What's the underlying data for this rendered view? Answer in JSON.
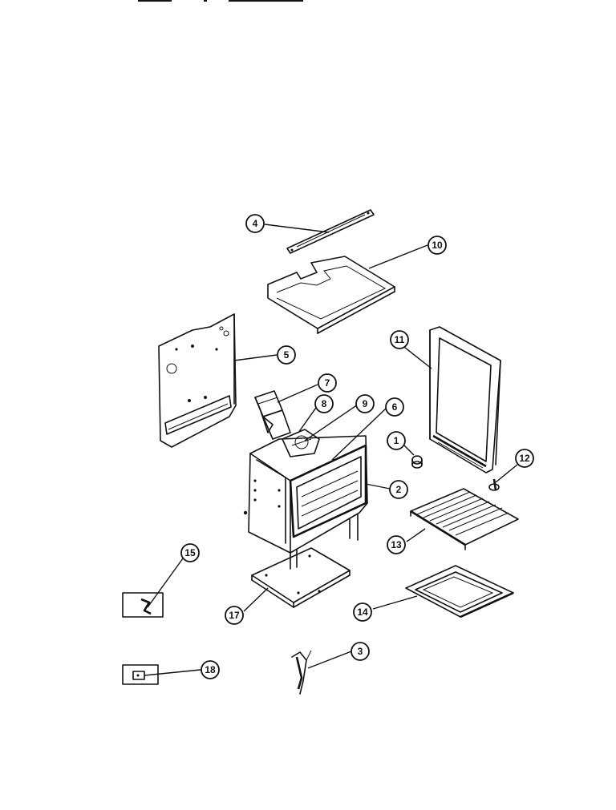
{
  "diagram": {
    "callouts": [
      {
        "id": "c1",
        "label": "1"
      },
      {
        "id": "c2",
        "label": "2"
      },
      {
        "id": "c3",
        "label": "3"
      },
      {
        "id": "c4",
        "label": "4"
      },
      {
        "id": "c5",
        "label": "5"
      },
      {
        "id": "c6",
        "label": "6"
      },
      {
        "id": "c7",
        "label": "7"
      },
      {
        "id": "c8",
        "label": "8"
      },
      {
        "id": "c9",
        "label": "9"
      },
      {
        "id": "c10",
        "label": "10"
      },
      {
        "id": "c11",
        "label": "11"
      },
      {
        "id": "c12",
        "label": "12"
      },
      {
        "id": "c13",
        "label": "13"
      },
      {
        "id": "c14",
        "label": "14"
      },
      {
        "id": "c15",
        "label": "15"
      },
      {
        "id": "c17",
        "label": "17"
      },
      {
        "id": "c18",
        "label": "18"
      }
    ]
  }
}
